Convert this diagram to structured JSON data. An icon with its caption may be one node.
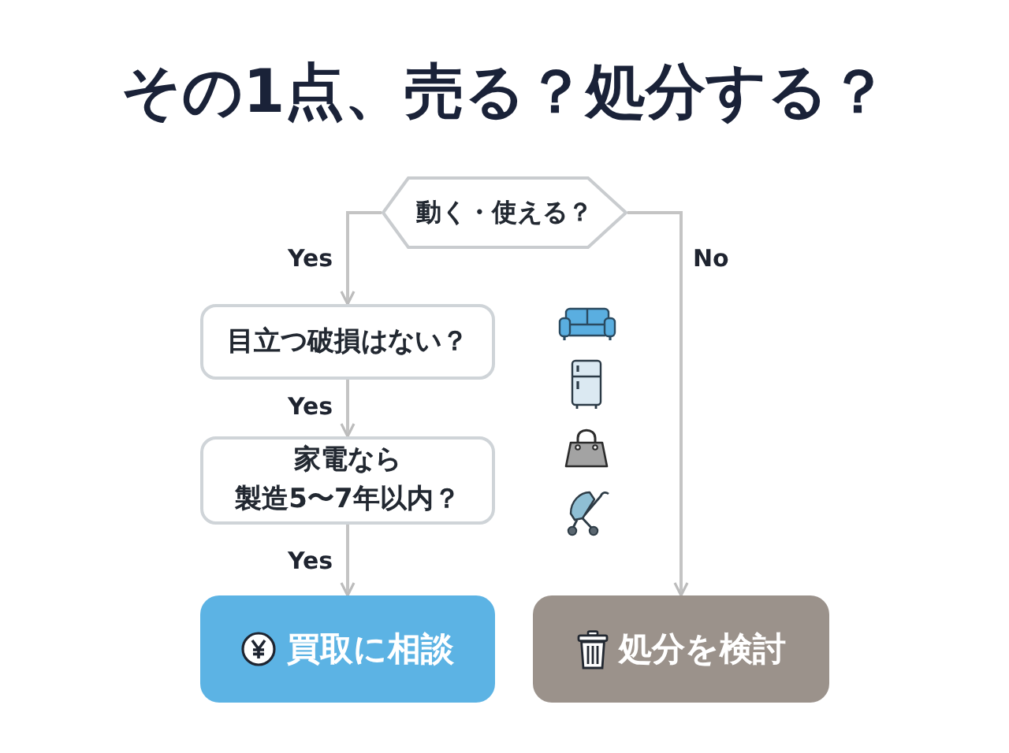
{
  "diagram": {
    "title": "その1点、売る？処分する？",
    "nodes": [
      {
        "text": [
          "動く・使える？"
        ]
      },
      {
        "text": [
          "目立つ破損はない？"
        ]
      },
      {
        "text": [
          "家電なら製造5〜7年以内？"
        ]
      },
      {
        "text": [
          "買取に相談"
        ]
      },
      {
        "text": [
          "処分を検討"
        ]
      }
    ],
    "edges": [
      {
        "from": 0,
        "to": 1,
        "arrow": "to",
        "label": "Yes"
      },
      {
        "from": 1,
        "to": 2,
        "arrow": "to",
        "label": "Yes"
      },
      {
        "from": 2,
        "to": 3,
        "arrow": "to",
        "label": "Yes"
      },
      {
        "from": 0,
        "to": 4,
        "arrow": "to",
        "label": "No"
      }
    ]
  }
}
